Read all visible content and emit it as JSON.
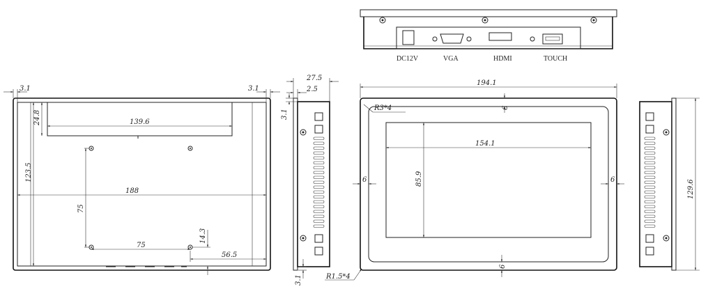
{
  "connector_labels": {
    "dc": "DC12V",
    "vga": "VGA",
    "hdmi": "HDMI",
    "touch": "TOUCH"
  },
  "dimensions": {
    "rear_left_margin": "3.1",
    "rear_right_margin": "3.1",
    "rear_bracket_height": "24.8",
    "rear_bracket_width": "139.6",
    "rear_height": "123.5",
    "rear_width": "188",
    "vesa_vertical": "75",
    "vesa_horizontal": "75",
    "vesa_bottom_offset": "14.3",
    "vesa_right_offset": "56.5",
    "side_depth": "27.5",
    "side_lip": "2.5",
    "side_top_margin": "3.1",
    "side_bottom_margin": "3.1",
    "front_width": "194.1",
    "front_corner_radius": "R3*4",
    "front_top_border": "6",
    "active_width": "154.1",
    "active_height": "85.9",
    "front_left_border": "6",
    "front_right_border": "6",
    "front_bottom_border": "6",
    "front_outer_radius": "R1.5*4",
    "overall_height": "129.6"
  },
  "colors": {
    "line": "#222222",
    "background": "#ffffff"
  }
}
